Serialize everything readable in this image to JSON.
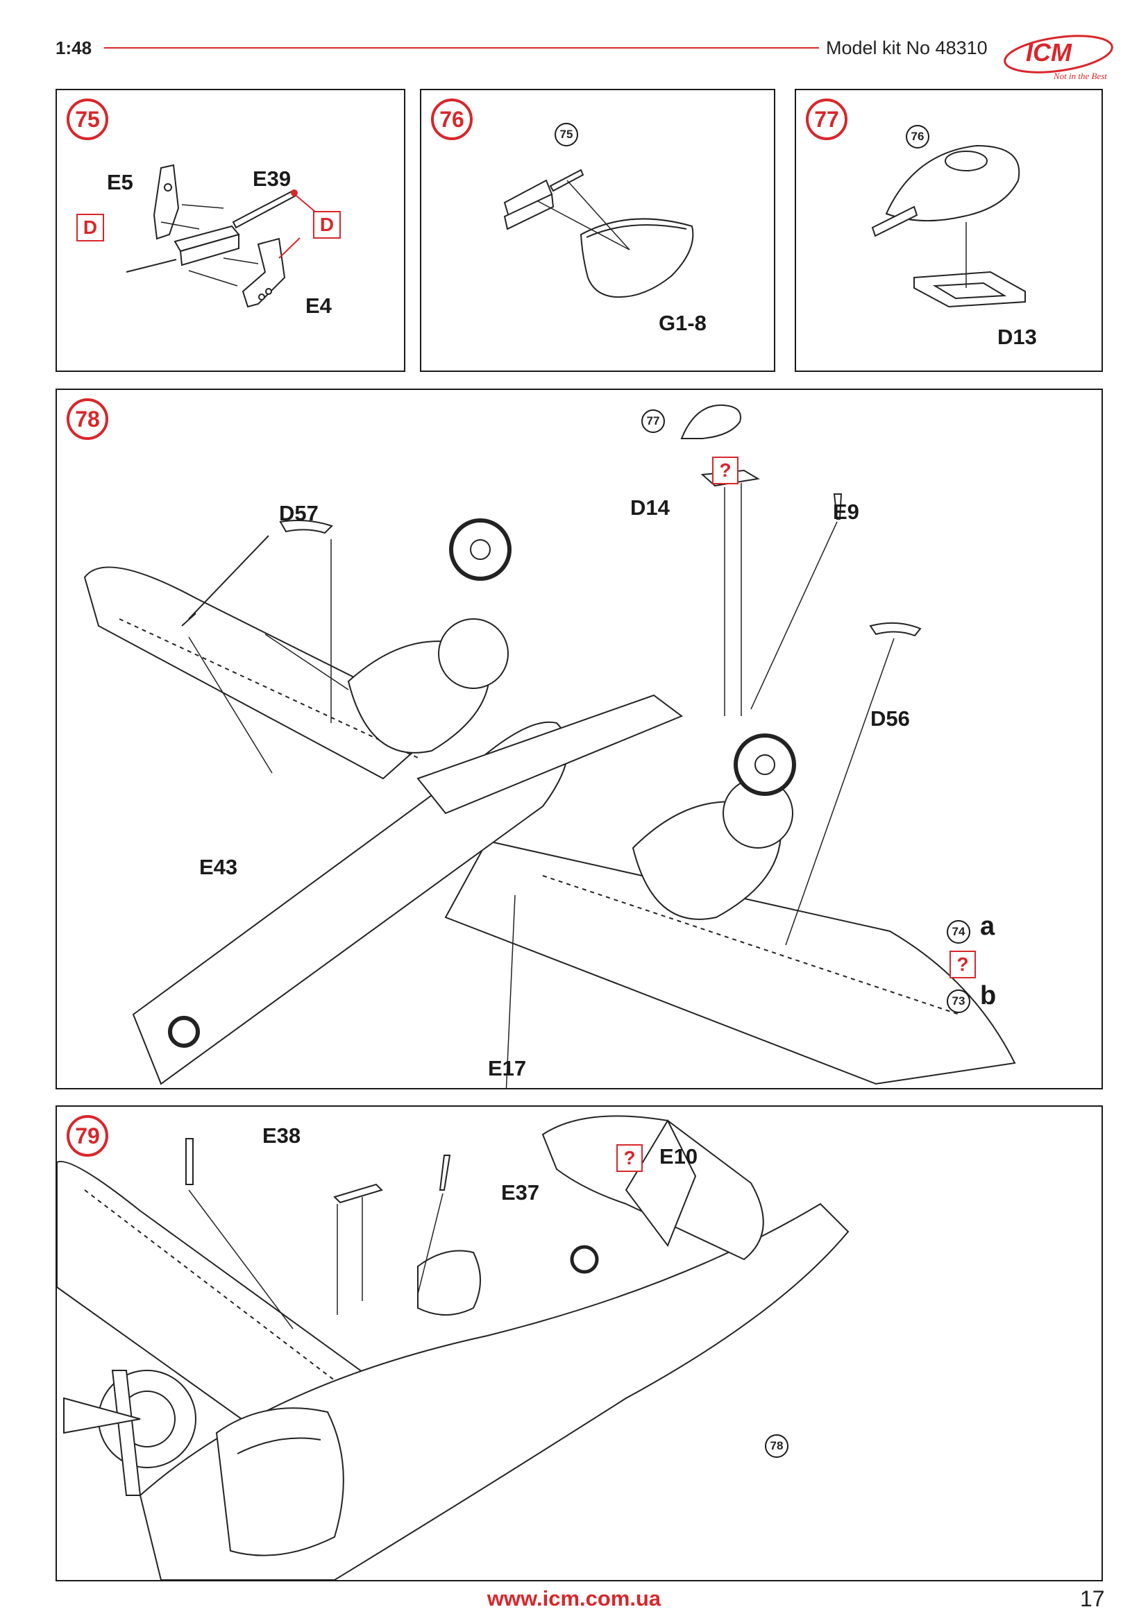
{
  "header": {
    "scale": "1:48",
    "kit": "Model kit No 48310"
  },
  "logo": {
    "brand": "ICM",
    "slogan": "Not in the Best"
  },
  "colors": {
    "accent": "#d9262b",
    "line": "#1a1a1a"
  },
  "steps": {
    "s75": {
      "num": "75",
      "parts": {
        "e5": "E5",
        "e39": "E39",
        "e4": "E4"
      },
      "marker_left": "D",
      "marker_right": "D"
    },
    "s76": {
      "num": "76",
      "ref": "75",
      "parts": {
        "g1_8": "G1-8"
      }
    },
    "s77": {
      "num": "77",
      "ref": "76",
      "parts": {
        "d13": "D13"
      }
    },
    "s78": {
      "num": "78",
      "ref": "77",
      "parts": {
        "d57": "D57",
        "d14": "D14",
        "e9": "E9",
        "d56": "D56",
        "e43": "E43",
        "e17": "E17"
      },
      "question": "?",
      "options": [
        {
          "ref": "74",
          "label": "a"
        },
        {
          "ref": "73",
          "label": "b"
        }
      ],
      "options_question": "?"
    },
    "s79": {
      "num": "79",
      "ref": "78",
      "parts": {
        "e38": "E38",
        "e37": "E37",
        "e10": "E10"
      },
      "question": "?"
    }
  },
  "footer": {
    "url": "www.icm.com.ua",
    "page": "17"
  }
}
